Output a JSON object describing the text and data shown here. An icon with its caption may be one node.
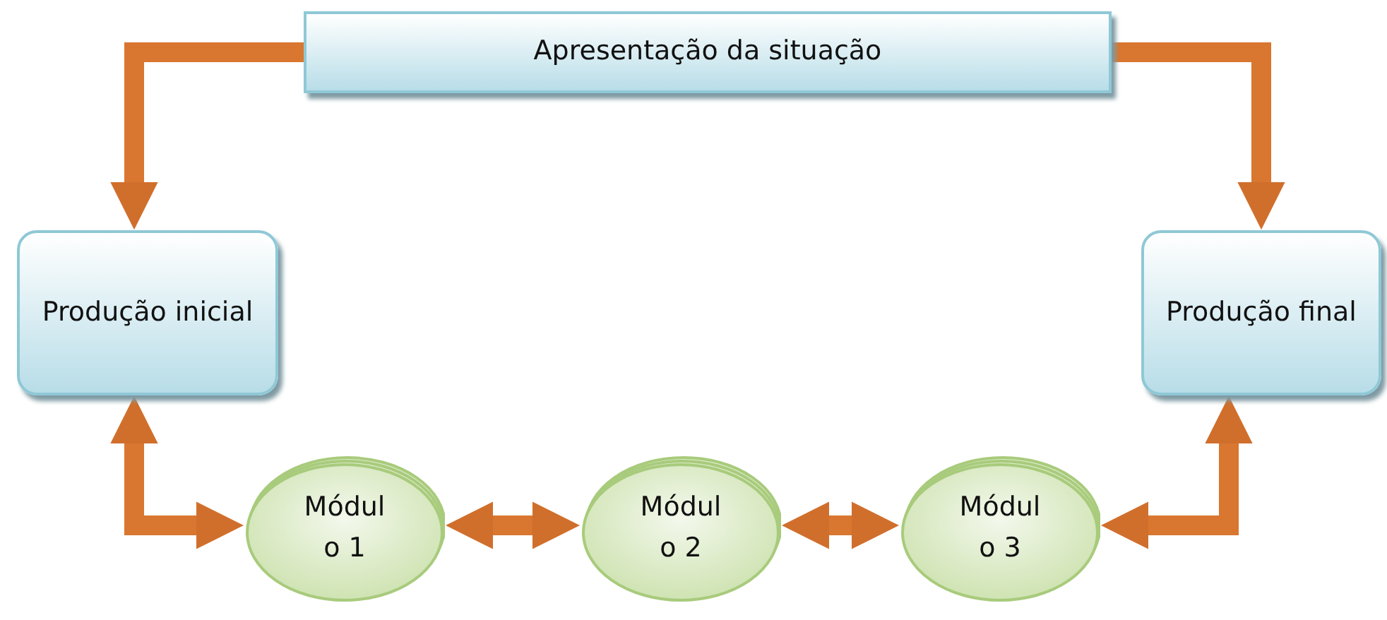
{
  "diagram": {
    "nodes": [
      {
        "text": [
          "Apresentação da situação"
        ]
      },
      {
        "text": [
          "Produção inicial"
        ]
      },
      {
        "text": [
          "Módul o 1"
        ]
      },
      {
        "text": [
          "Módul o 2"
        ]
      },
      {
        "text": [
          "Módul o 3"
        ]
      },
      {
        "text": [
          "Produção final"
        ]
      }
    ],
    "edges": [
      {
        "from": 0,
        "to": 1,
        "arrow": "to"
      },
      {
        "from": 0,
        "to": 5,
        "arrow": "to"
      },
      {
        "from": 1,
        "to": 2,
        "arrow": "both"
      },
      {
        "from": 2,
        "to": 3,
        "arrow": "both"
      },
      {
        "from": 3,
        "to": 4,
        "arrow": "both"
      },
      {
        "from": 4,
        "to": 5,
        "arrow": "both"
      }
    ]
  }
}
